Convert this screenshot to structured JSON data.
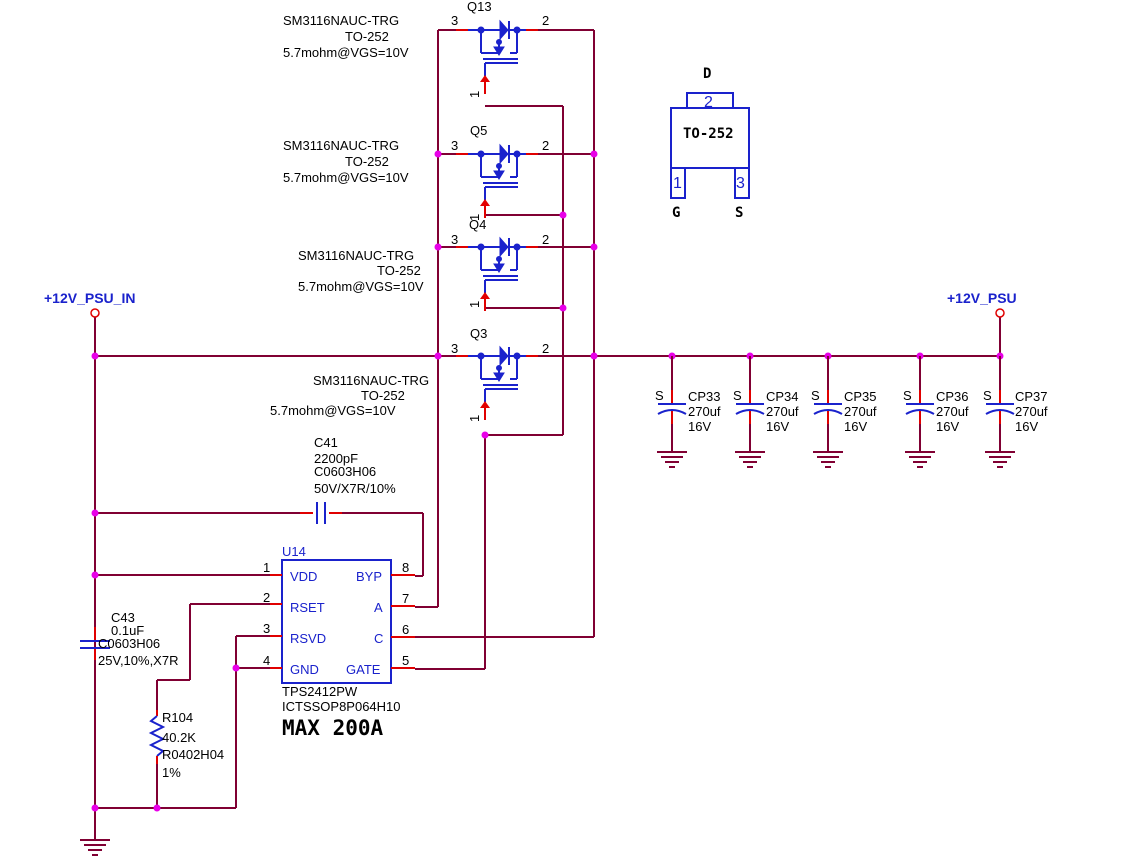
{
  "nets": {
    "in": "+12V_PSU_IN",
    "out": "+12V_PSU"
  },
  "mosfets": [
    {
      "ref": "Q13",
      "part": "SM3116NAUC-TRG",
      "pkg": "TO-252",
      "rds": "5.7mohm@VGS=10V",
      "pin_s": "3",
      "pin_d": "2",
      "pin_g": "1"
    },
    {
      "ref": "Q5",
      "part": "SM3116NAUC-TRG",
      "pkg": "TO-252",
      "rds": "5.7mohm@VGS=10V",
      "pin_s": "3",
      "pin_d": "2",
      "pin_g": "1"
    },
    {
      "ref": "Q4",
      "part": "SM3116NAUC-TRG",
      "pkg": "TO-252",
      "rds": "5.7mohm@VGS=10V",
      "pin_s": "3",
      "pin_d": "2",
      "pin_g": "1"
    },
    {
      "ref": "Q3",
      "part": "SM3116NAUC-TRG",
      "pkg": "TO-252",
      "rds": "5.7mohm@VGS=10V",
      "pin_s": "3",
      "pin_d": "2",
      "pin_g": "1"
    }
  ],
  "package": {
    "name": "TO-252",
    "top_label": "D",
    "pin_top": "2",
    "pin_left": "1",
    "pin_right": "3",
    "label_left": "G",
    "label_right": "S"
  },
  "caps": [
    {
      "ref": "CP33",
      "value": "270uf",
      "voltage": "16V",
      "s": "S"
    },
    {
      "ref": "CP34",
      "value": "270uf",
      "voltage": "16V",
      "s": "S"
    },
    {
      "ref": "CP35",
      "value": "270uf",
      "voltage": "16V",
      "s": "S"
    },
    {
      "ref": "CP36",
      "value": "270uf",
      "voltage": "16V",
      "s": "S"
    },
    {
      "ref": "CP37",
      "value": "270uf",
      "voltage": "16V",
      "s": "S"
    }
  ],
  "c41": {
    "ref": "C41",
    "value": "2200pF",
    "pkg": "C0603H06",
    "rating": "50V/X7R/10%"
  },
  "c43": {
    "ref": "C43",
    "value": "0.1uF",
    "pkg": "C0603H06",
    "rating": "25V,10%,X7R"
  },
  "r104": {
    "ref": "R104",
    "value": "40.2K",
    "pkg": "R0402H04",
    "tol": "1%"
  },
  "u14": {
    "ref": "U14",
    "part": "TPS2412PW",
    "pkg": "ICTSSOP8P064H10",
    "left_pins": [
      {
        "num": "1",
        "name": "VDD"
      },
      {
        "num": "2",
        "name": "RSET"
      },
      {
        "num": "3",
        "name": "RSVD"
      },
      {
        "num": "4",
        "name": "GND"
      }
    ],
    "right_pins": [
      {
        "num": "8",
        "name": "BYP"
      },
      {
        "num": "7",
        "name": "A"
      },
      {
        "num": "6",
        "name": "C"
      },
      {
        "num": "5",
        "name": "GATE"
      }
    ]
  },
  "note": "MAX 200A"
}
